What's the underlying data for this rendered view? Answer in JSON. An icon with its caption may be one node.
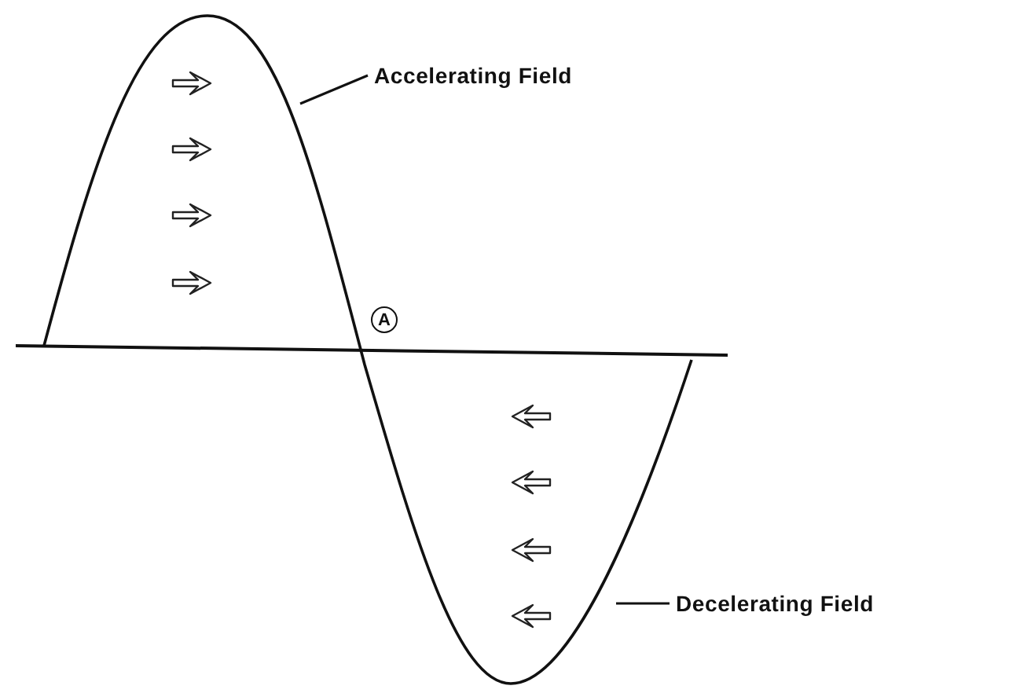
{
  "diagram": {
    "nodes": [
      {
        "text": [
          "Accelerating Field"
        ]
      },
      {
        "text": [
          "Decelerating Field"
        ]
      }
    ],
    "edges": [
      {
        "from": 0,
        "to": null,
        "arrow": "none"
      },
      {
        "from": 1,
        "to": null,
        "arrow": "none"
      }
    ],
    "labels": [
      "A"
    ]
  }
}
